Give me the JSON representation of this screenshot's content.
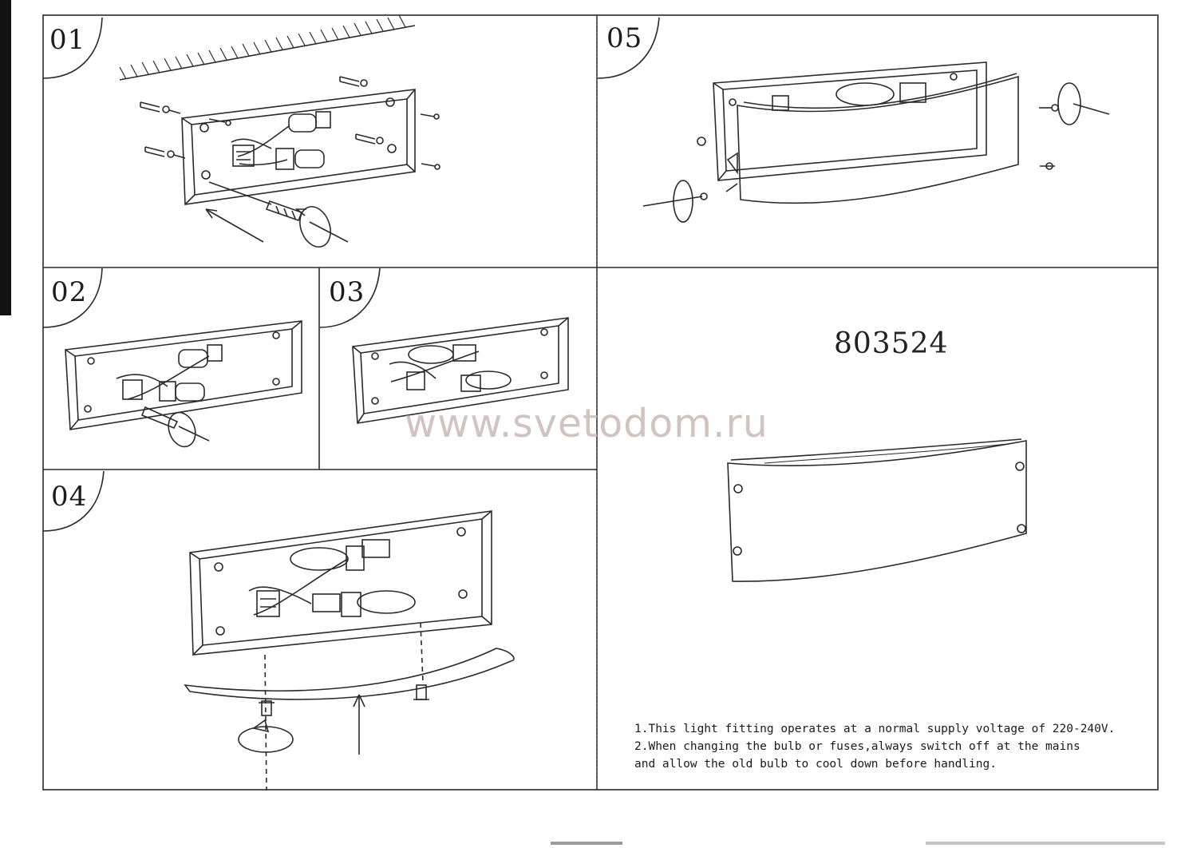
{
  "document": {
    "model_number": "803524",
    "watermark": "www.svetodom.ru",
    "steps": [
      {
        "label": "01"
      },
      {
        "label": "02"
      },
      {
        "label": "03"
      },
      {
        "label": "04"
      },
      {
        "label": "05"
      }
    ],
    "notes": [
      "1.This light fitting operates at a normal supply voltage of 220-240V.",
      "2.When changing the bulb or fuses,always switch off at the mains",
      "and allow the old bulb to cool down before handling."
    ]
  }
}
